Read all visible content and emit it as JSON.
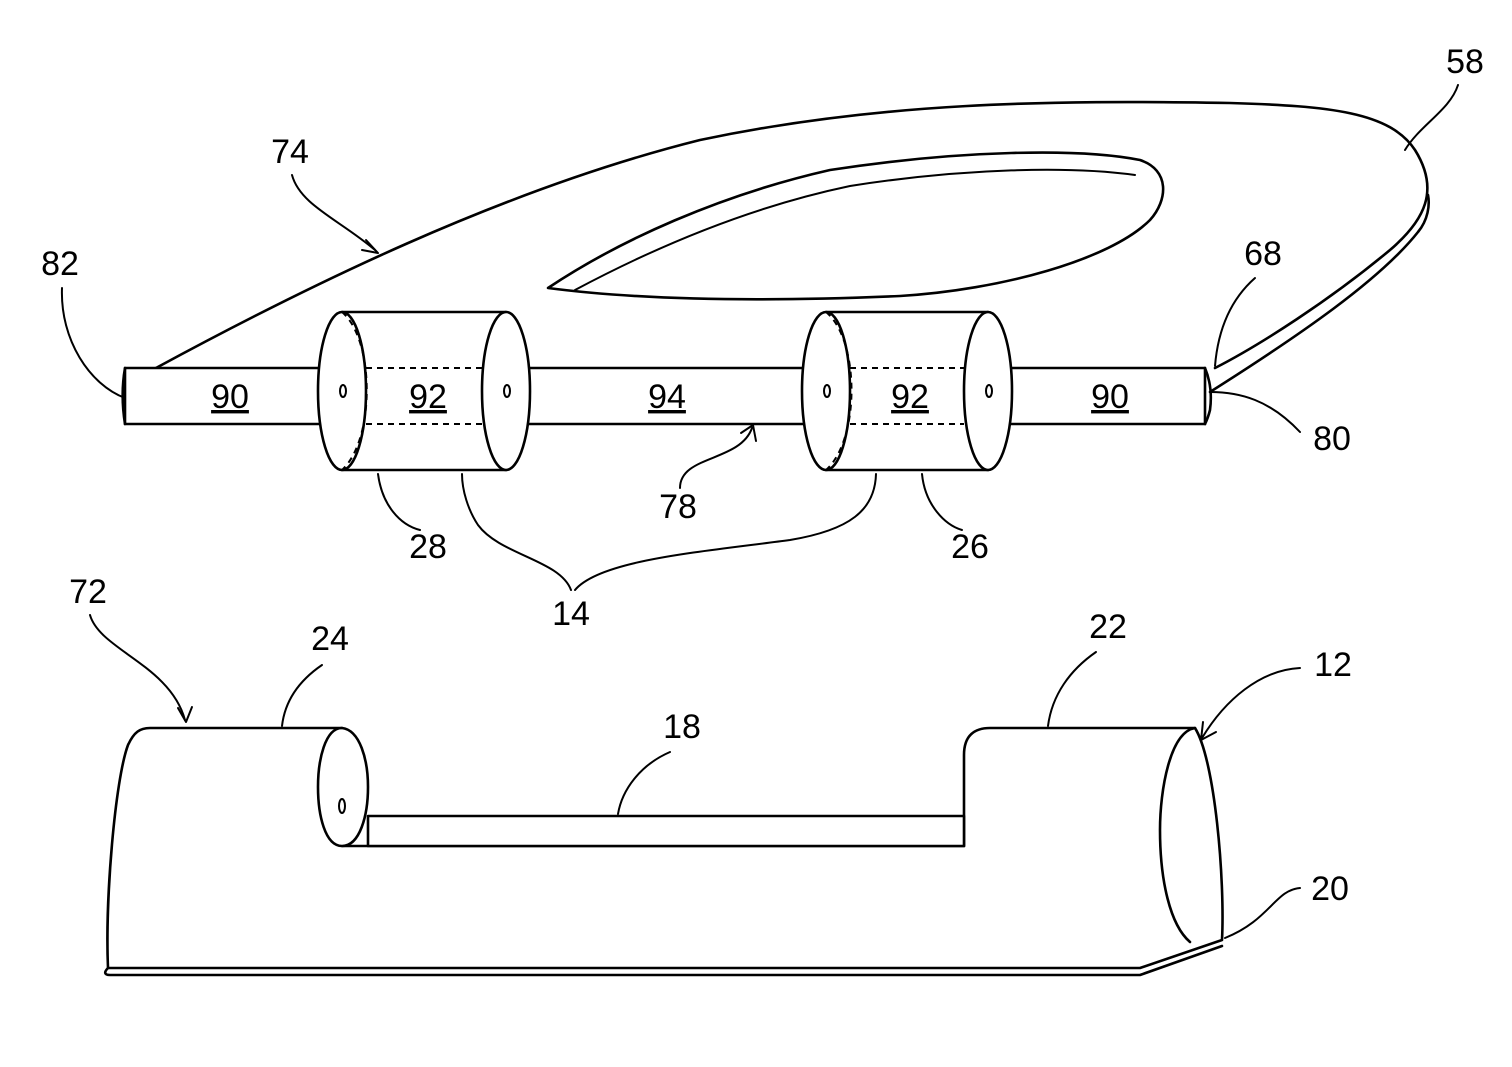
{
  "references": {
    "r58": "58",
    "r74": "74",
    "r82": "82",
    "r68": "68",
    "r80": "80",
    "r78": "78",
    "r28": "28",
    "r26": "26",
    "r14": "14",
    "r72": "72",
    "r24": "24",
    "r22": "22",
    "r12": "12",
    "r18": "18",
    "r20": "20"
  },
  "segments": {
    "left_end": "90",
    "left_roller": "92",
    "middle": "94",
    "right_roller": "92",
    "right_end": "90"
  },
  "colors": {
    "line": "#000000",
    "background": "#ffffff"
  }
}
